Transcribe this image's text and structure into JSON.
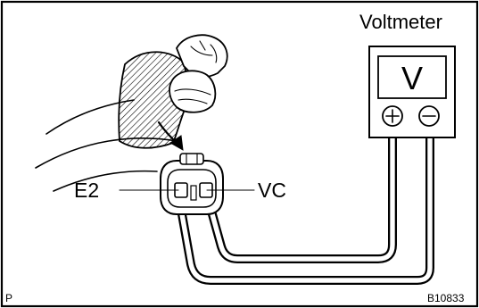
{
  "labels": {
    "voltmeter": "Voltmeter",
    "meter_face": "V",
    "terminal_left": "E2",
    "terminal_right": "VC",
    "corner_mark": "P",
    "figure_code": "B10833"
  }
}
